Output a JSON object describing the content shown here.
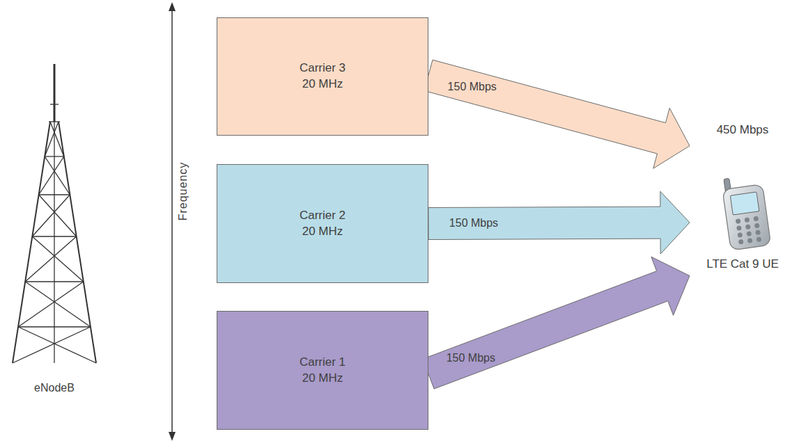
{
  "diagram": {
    "nodes": [
      {
        "text": [
          "Carrier 3",
          "20 MHz"
        ]
      },
      {
        "text": [
          "Carrier 2",
          "20 MHz"
        ]
      },
      {
        "text": [
          "Carrier 1",
          "20 MHz"
        ]
      },
      {
        "text": [
          "450 Mbps",
          "LTE Cat 9 UE"
        ]
      }
    ],
    "edges": [
      {
        "from": 0,
        "to": 3,
        "arrow": "to",
        "label": "150 Mbps"
      },
      {
        "from": 1,
        "to": 3,
        "arrow": "to",
        "label": "150 Mbps"
      },
      {
        "from": 2,
        "to": 3,
        "arrow": "to",
        "label": "150 Mbps"
      }
    ],
    "labels": [
      "eNodeB",
      "Frequency"
    ]
  }
}
